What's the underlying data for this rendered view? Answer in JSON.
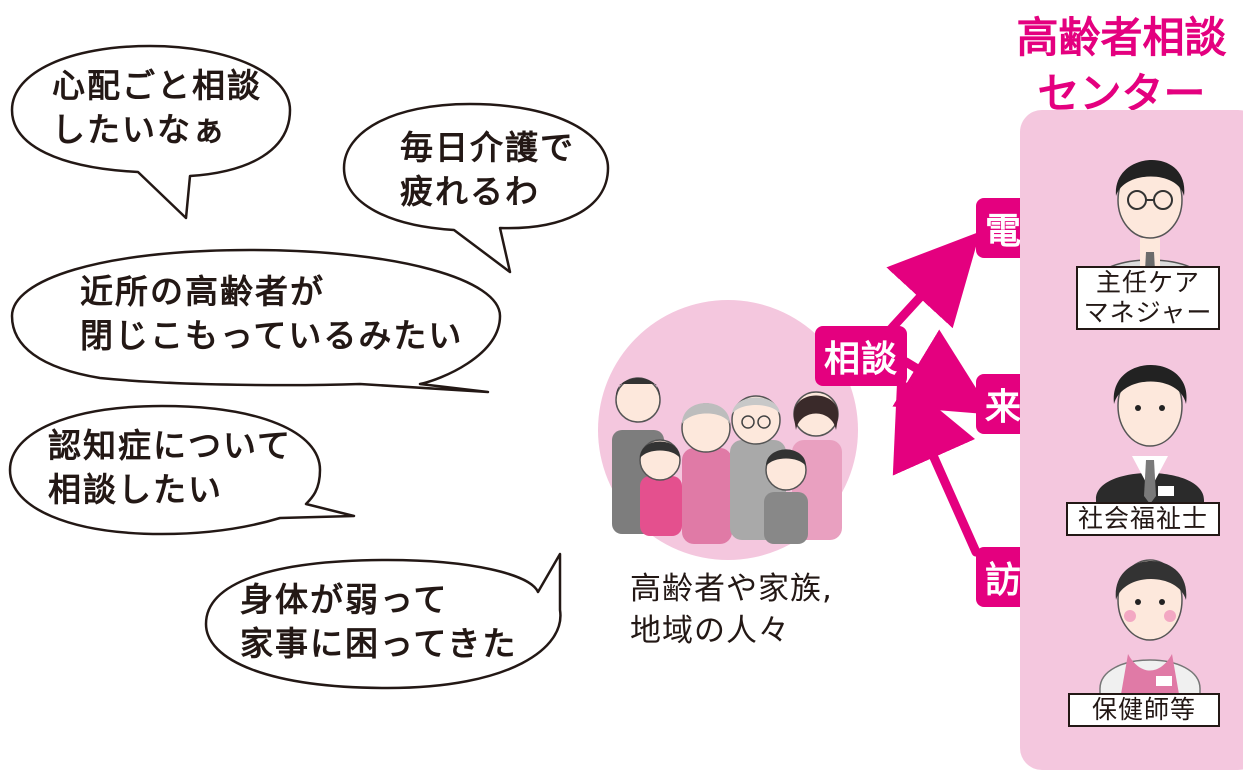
{
  "bubbles": [
    {
      "text": "心配ごと相談\nしたいなぁ"
    },
    {
      "text": "毎日介護で\n疲れるわ"
    },
    {
      "text": "近所の高齢者が\n閉じこもっているみたい"
    },
    {
      "text": "認知症について\n相談したい"
    },
    {
      "text": "身体が弱って\n家事に困ってきた"
    }
  ],
  "center": {
    "title": "高齢者相談\nセンター",
    "staff": [
      {
        "label": "主任ケア\nマネジャー"
      },
      {
        "label": "社会福祉士"
      },
      {
        "label": "保健師等"
      }
    ]
  },
  "consult_label": "相談",
  "methods": [
    {
      "label": "電話"
    },
    {
      "label": "来所"
    },
    {
      "label": "訪問"
    }
  ],
  "people_label": "高齢者や家族,\n地域の人々",
  "colors": {
    "accent": "#e4007f",
    "panel": "#f4c7de",
    "circle": "#f4c7de",
    "text": "#231815"
  },
  "icons": [
    "family-illustration",
    "care-manager-icon",
    "social-worker-icon",
    "nurse-icon"
  ]
}
